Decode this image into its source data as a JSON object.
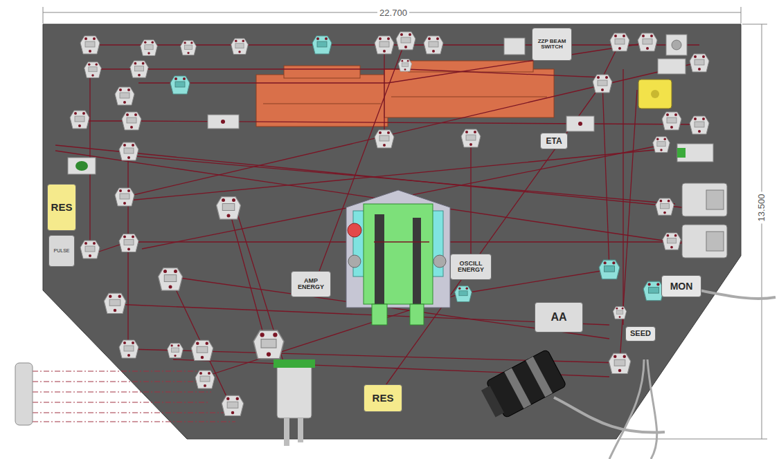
{
  "diagram": {
    "nodes": [
      {
        "text": [
          "ZZP BEAM SWITCH"
        ]
      },
      {
        "text": [
          "ETA"
        ]
      },
      {
        "text": [
          "RES"
        ]
      },
      {
        "text": [
          "PULSE"
        ]
      },
      {
        "text": [
          "AMP ENERGY"
        ]
      },
      {
        "text": [
          "OSCILL ENERGY"
        ]
      },
      {
        "text": [
          "MON"
        ]
      },
      {
        "text": [
          "AA"
        ]
      },
      {
        "text": [
          "SEED"
        ]
      },
      {
        "text": [
          "RES"
        ]
      }
    ],
    "labels": [
      "22.700",
      "13.500"
    ]
  }
}
